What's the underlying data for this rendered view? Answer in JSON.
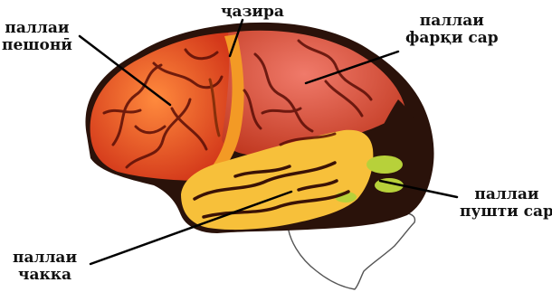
{
  "labels": {
    "frontal": {
      "line1": "паллаи",
      "line2": "пешонӣ"
    },
    "insula": {
      "line1": "ҷазира"
    },
    "parietal": {
      "line1": "паллаи",
      "line2": "фарқи сар"
    },
    "occipital": {
      "line1": "паллаи",
      "line2": "пушти сар"
    },
    "temporal": {
      "line1": "паллаи",
      "line2": "чакка"
    }
  },
  "colors": {
    "frontal_lobe": "#e8531b",
    "parietal_lobe": "#d9472a",
    "temporal_lobe": "#f7c03a",
    "occipital_lobe": "#2a120a",
    "occipital_spots": "#b7d13a",
    "insula_strip": "#f39a25",
    "sulci": "#5a0e06",
    "cerebellum_outline": "#555555",
    "leader_line": "#000000"
  }
}
